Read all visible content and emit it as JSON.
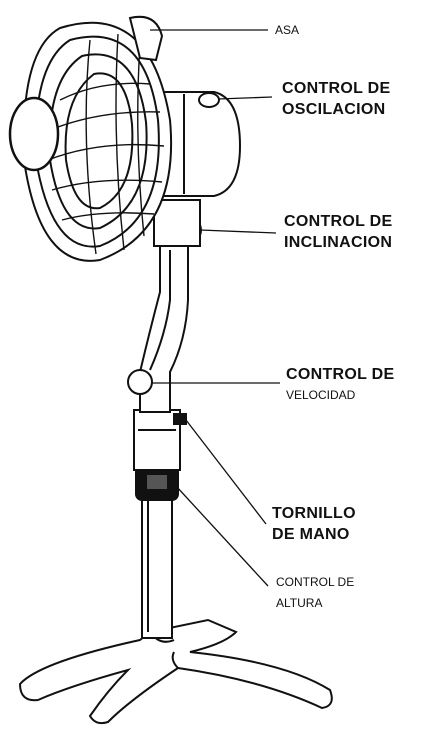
{
  "labels": {
    "asa": "ASA",
    "oscilacion": [
      "CONTROL DE",
      "OSCILACION"
    ],
    "inclinacion": [
      "CONTROL DE",
      "INCLINACION"
    ],
    "velocidad": [
      "CONTROL DE",
      "VELOCIDAD"
    ],
    "tornillo": [
      "TORNILLO",
      "DE MANO"
    ],
    "altura": [
      "CONTROL DE",
      "ALTURA"
    ]
  },
  "colors": {
    "ink": "#111111",
    "background": "#ffffff"
  }
}
